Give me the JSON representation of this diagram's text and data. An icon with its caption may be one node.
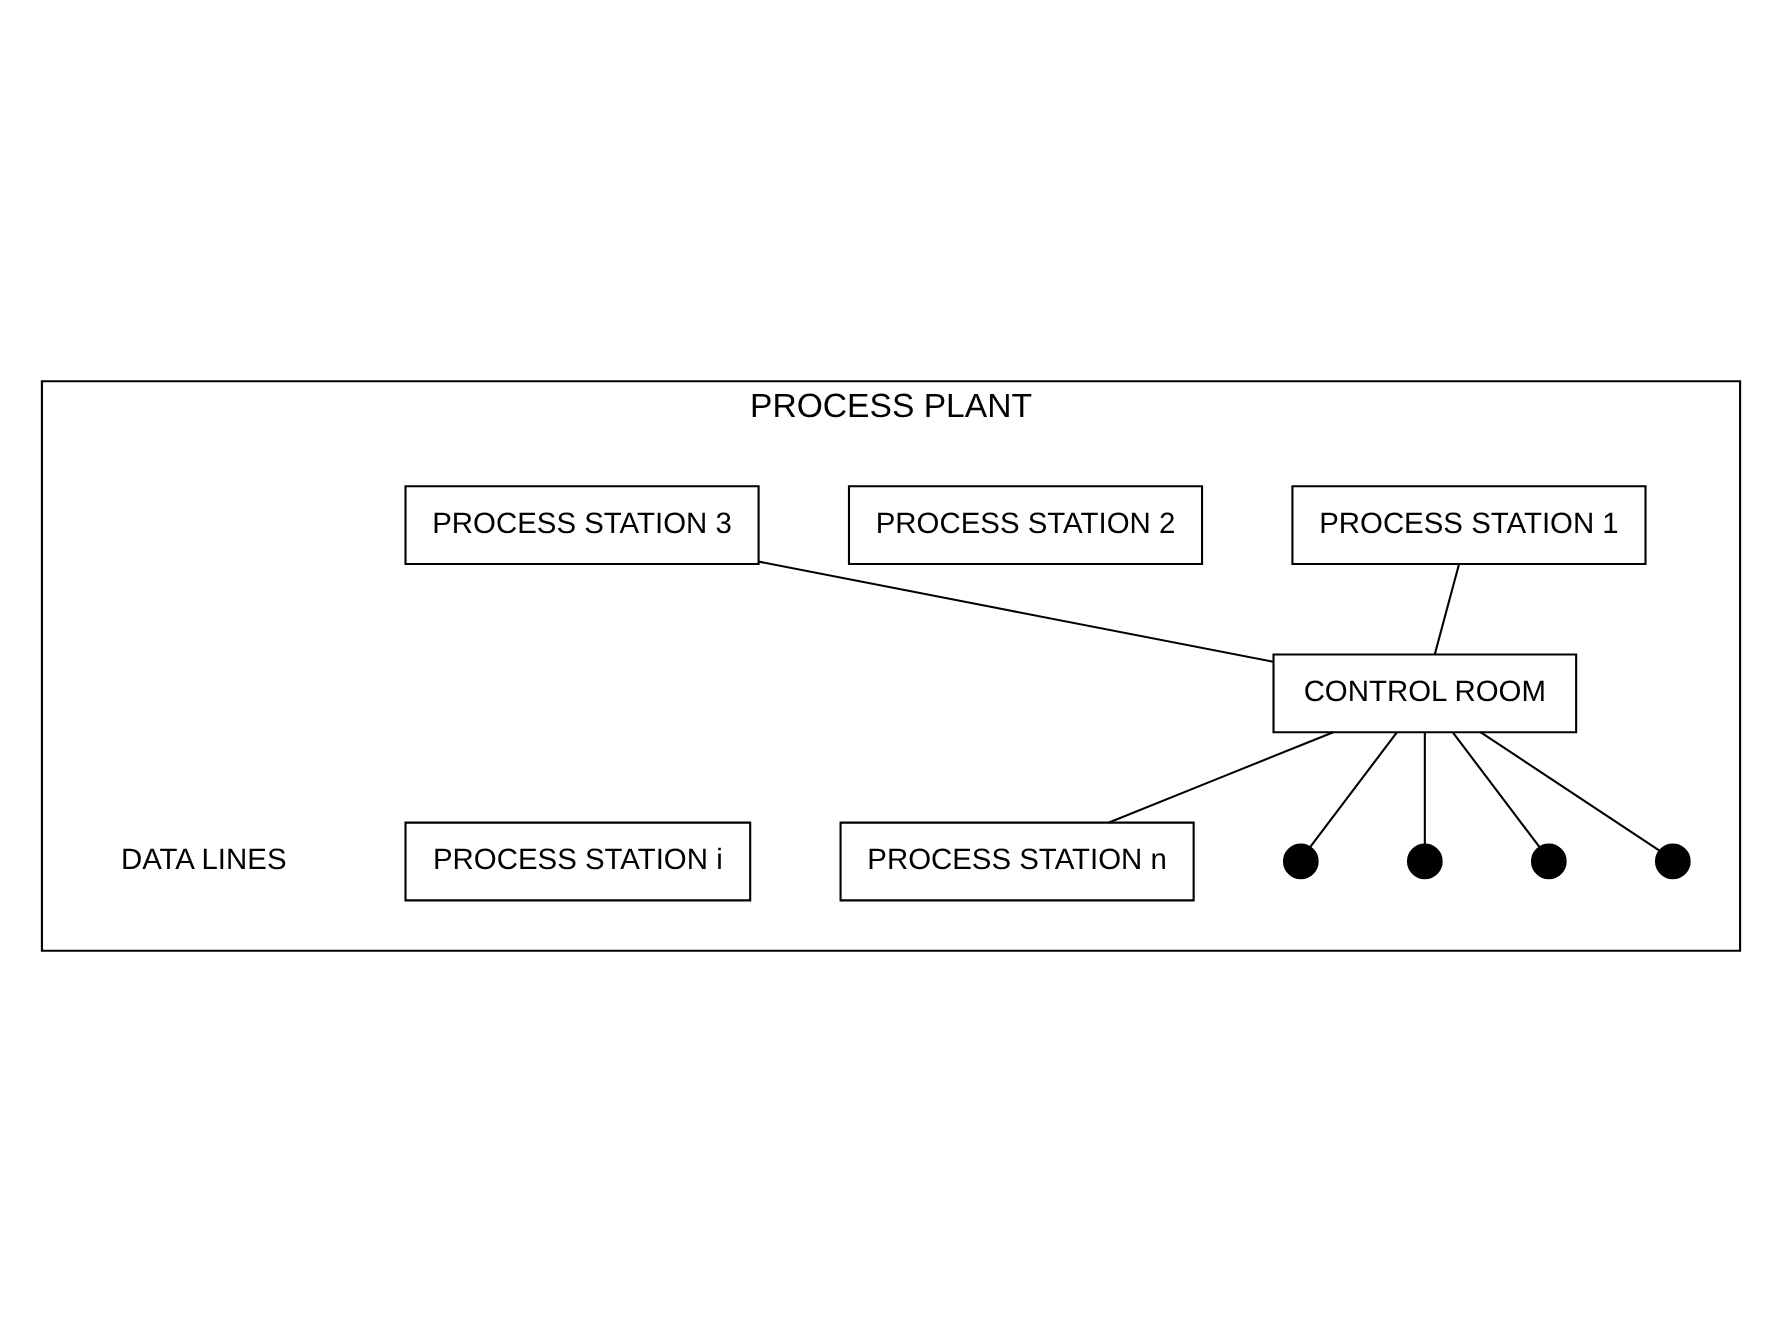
{
  "diagram": {
    "nodes": [
      {
        "text": [
          "PROCESS PLANT"
        ]
      },
      {
        "text": [
          "PROCESS STATION 1"
        ],
        "in": 0
      },
      {
        "text": [
          "PROCESS STATION 2"
        ],
        "in": 0
      },
      {
        "text": [
          "PROCESS STATION 3"
        ],
        "in": 0
      },
      {
        "text": [
          "CONTROL ROOM"
        ],
        "in": 0
      },
      {
        "text": [
          "PROCESS STATION n"
        ],
        "in": 0
      },
      {
        "text": [],
        "shape": "circle",
        "in": 0
      },
      {
        "text": [
          "PROCESS STATION i"
        ],
        "in": 0
      },
      {
        "text": [],
        "shape": "circle",
        "in": 0
      },
      {
        "text": [],
        "shape": "circle",
        "in": 0
      },
      {
        "text": [],
        "shape": "circle",
        "in": 0
      }
    ],
    "edges": [
      {
        "from": 4,
        "to": 1,
        "arrow": "none"
      },
      {
        "from": 4,
        "to": 3,
        "arrow": "none"
      },
      {
        "from": 4,
        "to": 5,
        "arrow": "none"
      },
      {
        "from": 4,
        "to": 6,
        "arrow": "none"
      },
      {
        "from": 4,
        "to": 8,
        "arrow": "none"
      },
      {
        "from": 4,
        "to": 9,
        "arrow": "none"
      },
      {
        "from": 4,
        "to": 10,
        "arrow": "none"
      }
    ],
    "labels": [
      "DATA LINES"
    ]
  }
}
